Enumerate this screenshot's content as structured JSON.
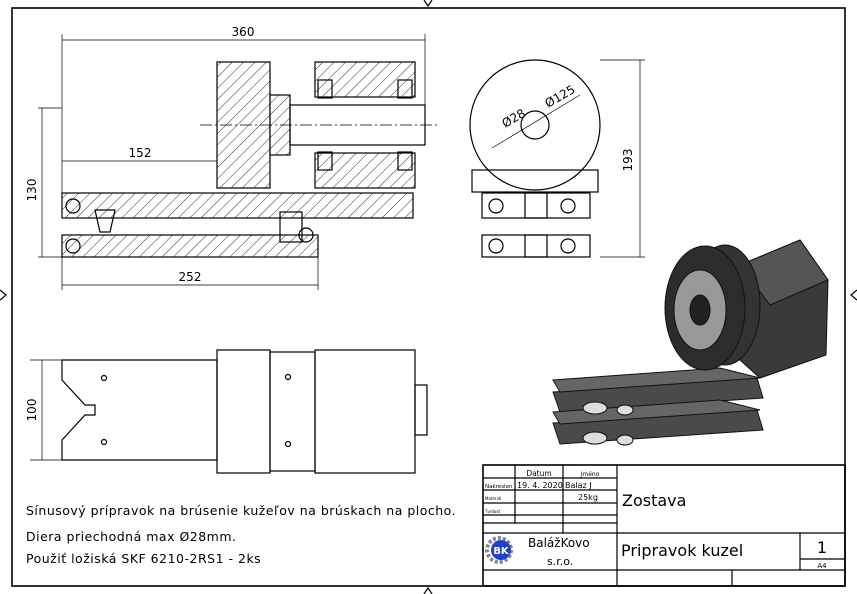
{
  "dimensions": {
    "top_width": "360",
    "shaft_len": "152",
    "height_left": "130",
    "base_len": "252",
    "dia_bore": "Ø28",
    "dia_disc": "Ø125",
    "height_right": "193",
    "bottom_height": "100"
  },
  "notes": [
    "Sínusový prípravok na brúsenie kužeľov na brúskach na plocho.",
    "Diera priechodná max Ø28mm.",
    "Použiť ložiská SKF 6210-2RS1 - 2ks"
  ],
  "title_block": {
    "col_date": "Datum",
    "col_name": "Jméno",
    "row_drawn": "Nakreslen",
    "row_material": "Materiál",
    "row_hardness": "Tvrdosť",
    "date": "19. 4. 2020",
    "author": "Balaz J",
    "mass": "25kg",
    "title": "Zostava",
    "company_line1": "BalážKovo",
    "company_line2": "s.r.o.",
    "logo_text": "BK",
    "drawing_name": "Pripravok kuzel",
    "sheet": "1",
    "format": "A4"
  },
  "colors": {
    "logo_blue": "#1f3fd0",
    "logo_gray": "#888888",
    "model_dark": "#3a3a3a"
  }
}
